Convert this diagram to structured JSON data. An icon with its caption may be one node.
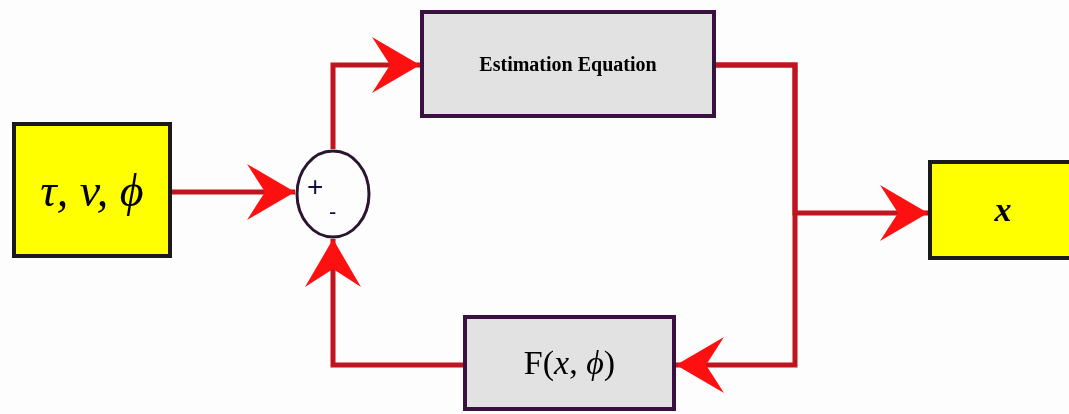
{
  "diagram": {
    "nodes": [
      {
        "text": [
          "τ, v, ϕ"
        ]
      },
      {
        "text": [
          "+",
          "-"
        ]
      },
      {
        "text": [
          "Estimation Equation"
        ]
      },
      {
        "text": [
          "*x*"
        ]
      },
      {
        "text": [
          "F(*x*, *ϕ*)"
        ]
      }
    ],
    "edges": [
      {
        "from": 0,
        "to": 1,
        "arrow": "to"
      },
      {
        "from": 1,
        "to": 2,
        "arrow": "to"
      },
      {
        "from": 2,
        "to": 3,
        "arrow": "to"
      },
      {
        "from": 2,
        "to": 4,
        "arrow": "to"
      },
      {
        "from": 4,
        "to": 1,
        "arrow": "to"
      }
    ]
  }
}
